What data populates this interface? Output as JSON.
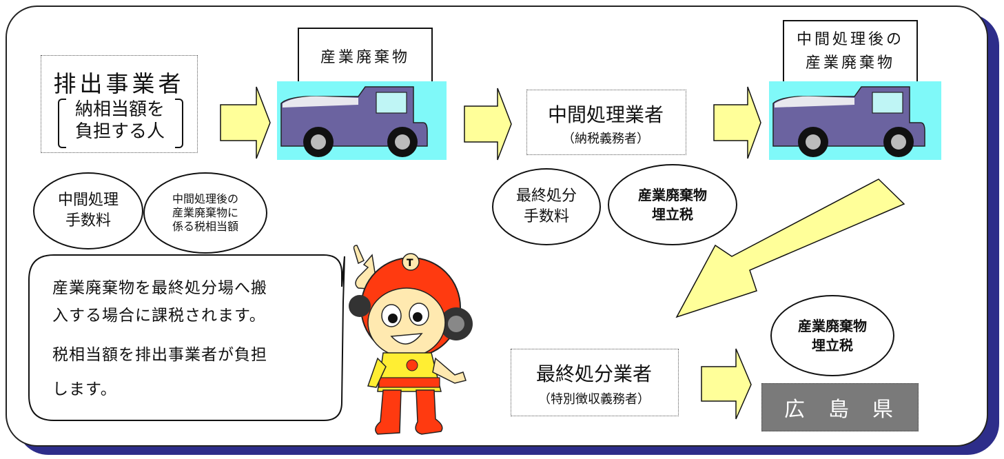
{
  "colors": {
    "arrow_fill": "#ffff99",
    "truck_bg": "#7ff9f9",
    "truck_body": "#6b63a0",
    "shadow": "#2d2d8a",
    "prefecture_bg": "#7a7a7a"
  },
  "labels": {
    "waste_1": "産業廃棄物",
    "waste_2": "中間処理後の\n産業廃棄物",
    "discharger_title": "排出事業者",
    "discharger_note": "納相当額を\n負担する人",
    "intermediate_title": "中間処理業者",
    "intermediate_sub": "（納税義務者）",
    "final_title": "最終処分業者",
    "final_sub": "（特別徴収義務者）",
    "ell_fee_intermediate": "中間処理\n手数料",
    "ell_tax_equivalent": "中間処理後の\n産業廃棄物に\n係る税相当額",
    "ell_fee_final": "最終処分\n手数料",
    "ell_tax_1": "産業廃棄物\n埋立税",
    "ell_tax_2": "産業廃棄物\n埋立税",
    "prefecture": "広島県"
  },
  "speech": {
    "p1": "産業廃棄物を最終処分場へ搬\n入する場合に課税されます。",
    "p2": "税相当額を排出事業者が負担\nします。"
  },
  "icons": {
    "mascot": "helmet-mascot-character",
    "truck": "dump-truck-icon",
    "flow_arrow": "right-arrow-icon",
    "diagonal_arrow": "down-left-arrow-icon"
  }
}
